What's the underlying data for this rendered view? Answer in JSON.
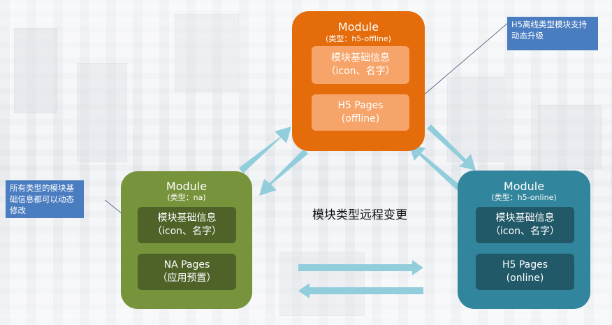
{
  "center_label": "模块类型远程变更",
  "modules": {
    "offline": {
      "title": "Module",
      "subtitle": "(类型：h5-offline)",
      "box1_line1": "模块基础信息",
      "box1_line2": "（icon、名字）",
      "box2_line1": "H5 Pages",
      "box2_line2": "(offline)",
      "color": "#e46c0a",
      "inner_color": "#f6a469"
    },
    "na": {
      "title": "Module",
      "subtitle": "(类型：na)",
      "box1_line1": "模块基础信息",
      "box1_line2": "（icon、名字）",
      "box2_line1": "NA Pages",
      "box2_line2": "（应用预置）",
      "color": "#77933c",
      "inner_color": "#4f6228"
    },
    "online": {
      "title": "Module",
      "subtitle": "(类型：h5-online)",
      "box1_line1": "模块基础信息",
      "box1_line2": "（icon、名字）",
      "box2_line1": "H5 Pages",
      "box2_line2": "(online)",
      "color": "#31859c",
      "inner_color": "#215968"
    }
  },
  "callouts": {
    "top_right": "H5离线类型模块支持动态升级",
    "left": "所有类型的模块基础信息都可以动态修改"
  },
  "arrow_color": "#92cddc"
}
